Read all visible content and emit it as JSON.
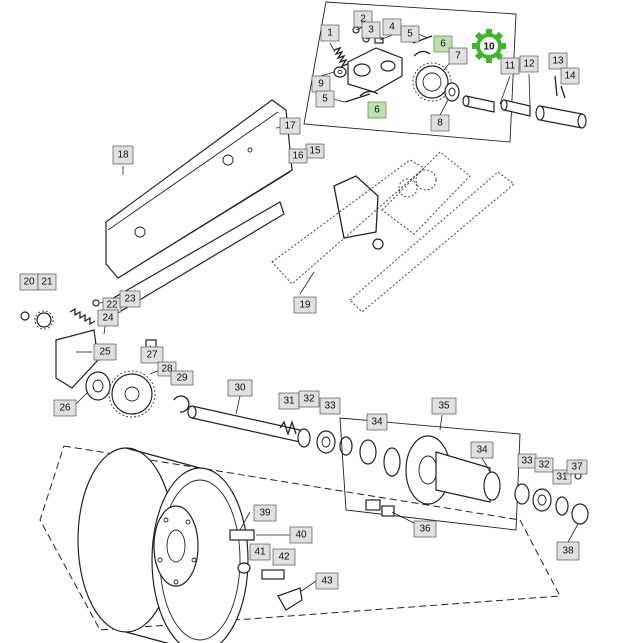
{
  "badge": {
    "label": "10",
    "color": "#3fb52a"
  },
  "colors": {
    "callout_fill": "#e0e0e0",
    "callout_highlight": "#bfe0b4"
  },
  "callouts": [
    {
      "id": "c1",
      "label": "1"
    },
    {
      "id": "c2",
      "label": "2"
    },
    {
      "id": "c3",
      "label": "3"
    },
    {
      "id": "c4",
      "label": "4"
    },
    {
      "id": "c5a",
      "label": "5"
    },
    {
      "id": "c6a",
      "label": "6",
      "highlight": true
    },
    {
      "id": "c7",
      "label": "7"
    },
    {
      "id": "c8",
      "label": "8"
    },
    {
      "id": "c9",
      "label": "9"
    },
    {
      "id": "c5b",
      "label": "5"
    },
    {
      "id": "c6b",
      "label": "6",
      "highlight": true
    },
    {
      "id": "c11",
      "label": "11"
    },
    {
      "id": "c12",
      "label": "12"
    },
    {
      "id": "c13",
      "label": "13"
    },
    {
      "id": "c14",
      "label": "14"
    },
    {
      "id": "c15",
      "label": "15"
    },
    {
      "id": "c16",
      "label": "16"
    },
    {
      "id": "c17",
      "label": "17"
    },
    {
      "id": "c18",
      "label": "18"
    },
    {
      "id": "c19",
      "label": "19"
    },
    {
      "id": "c20",
      "label": "20"
    },
    {
      "id": "c21",
      "label": "21"
    },
    {
      "id": "c22",
      "label": "22"
    },
    {
      "id": "c23",
      "label": "23"
    },
    {
      "id": "c24",
      "label": "24"
    },
    {
      "id": "c25",
      "label": "25"
    },
    {
      "id": "c26",
      "label": "26"
    },
    {
      "id": "c27",
      "label": "27"
    },
    {
      "id": "c28",
      "label": "28"
    },
    {
      "id": "c29",
      "label": "29"
    },
    {
      "id": "c30",
      "label": "30"
    },
    {
      "id": "c31a",
      "label": "31"
    },
    {
      "id": "c32a",
      "label": "32"
    },
    {
      "id": "c33a",
      "label": "33"
    },
    {
      "id": "c34a",
      "label": "34"
    },
    {
      "id": "c35",
      "label": "35"
    },
    {
      "id": "c34b",
      "label": "34"
    },
    {
      "id": "c33b",
      "label": "33"
    },
    {
      "id": "c32b",
      "label": "32"
    },
    {
      "id": "c31b",
      "label": "31"
    },
    {
      "id": "c37",
      "label": "37"
    },
    {
      "id": "c36",
      "label": "36"
    },
    {
      "id": "c38",
      "label": "38"
    },
    {
      "id": "c39",
      "label": "39"
    },
    {
      "id": "c40",
      "label": "40"
    },
    {
      "id": "c41",
      "label": "41"
    },
    {
      "id": "c42",
      "label": "42"
    },
    {
      "id": "c43",
      "label": "43"
    }
  ]
}
